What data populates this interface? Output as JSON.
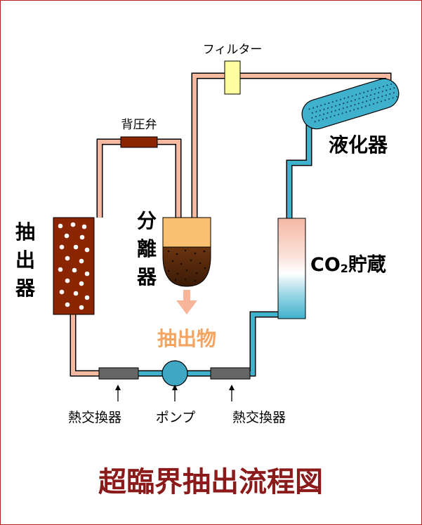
{
  "labels": {
    "filter": "フィルター",
    "back_pressure_valve": "背圧弁",
    "liquefier": "液化器",
    "separator_chars": [
      "分",
      "離",
      "器"
    ],
    "extractor_chars": [
      "抽",
      "出",
      "器"
    ],
    "co2_prefix": "CO",
    "co2_sub": "2",
    "co2_suffix": "貯蔵",
    "extract": "抽出物",
    "heat_exchanger_left": "熱交換器",
    "pump": "ポンプ",
    "heat_exchanger_right": "熱交換器"
  },
  "title": "超臨界抽出流程図",
  "colors": {
    "border": "#b22222",
    "title": "#8b1a1a",
    "pipe_hot": "#f6b9a0",
    "pipe_cold": "#3fb1cc",
    "extractor": "#8b2500",
    "valve": "#8b2500",
    "extract_text": "#f4a460",
    "heat_exchanger": "#666666",
    "filter": "#ffffa0",
    "separator_top": "#f8c070"
  }
}
